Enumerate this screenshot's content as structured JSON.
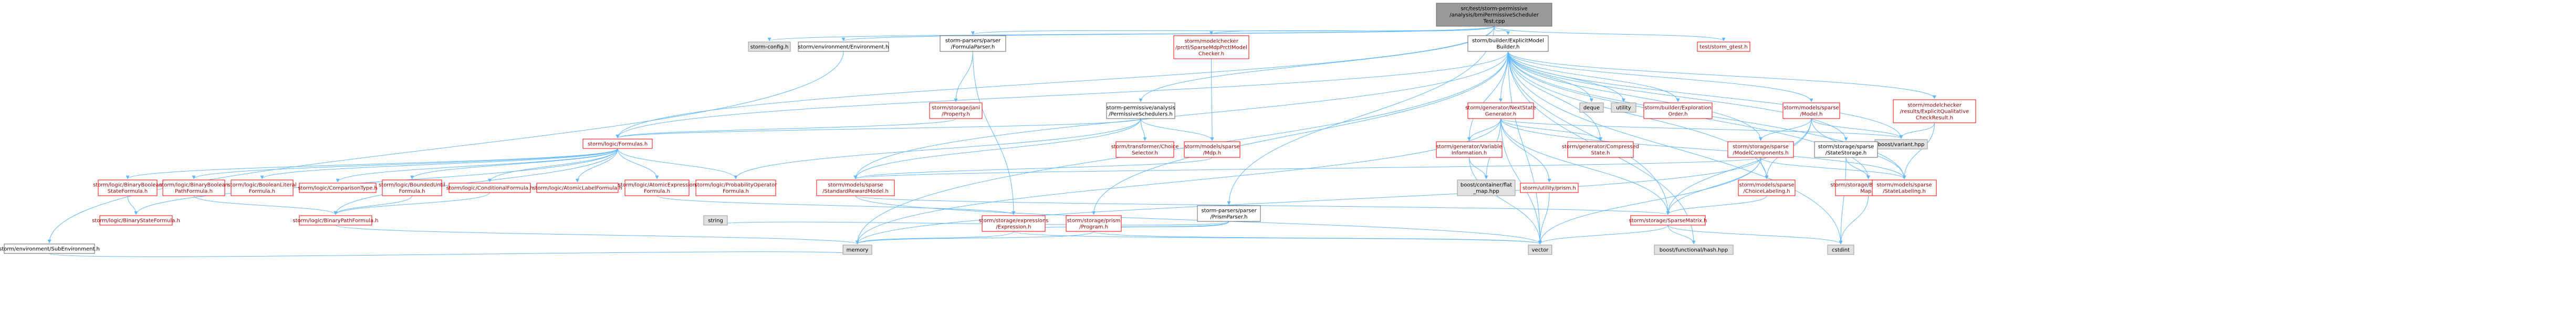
{
  "colors": {
    "edge": "#63b8ff",
    "root_fill": "#999999",
    "red_border": "#ff0000",
    "gray_fill": "#e0e0e0",
    "node_border": "#666666"
  },
  "nodes": [
    {
      "id": "root",
      "style": "root",
      "lines": [
        "src/test/storm-permissive",
        "/analysis/bmiPermissiveScheduler",
        "Test.cpp"
      ]
    },
    {
      "id": "storm_config",
      "style": "gray",
      "lines": [
        "storm-config.h"
      ]
    },
    {
      "id": "environment",
      "style": "white",
      "lines": [
        "storm/environment/Environment.h"
      ]
    },
    {
      "id": "formula_parser",
      "style": "white",
      "lines": [
        "storm-parsers/parser",
        "/FormulaParser.h"
      ]
    },
    {
      "id": "perm_schedulers",
      "style": "white",
      "lines": [
        "storm-permissive/analysis",
        "/PermissiveSchedulers.h"
      ]
    },
    {
      "id": "sparse_dtmc_checker",
      "style": "red",
      "lines": [
        "storm/modelchecker",
        "/prctl/SparseMdpPrctlModel",
        "Checker.h"
      ]
    },
    {
      "id": "explicit_builder",
      "style": "white",
      "lines": [
        "storm/builder/ExplicitModel",
        "Builder.h"
      ]
    },
    {
      "id": "gtest",
      "style": "red",
      "lines": [
        "test/storm_gtest.h"
      ]
    },
    {
      "id": "storage_jani_property",
      "style": "red",
      "lines": [
        "storm/storage/jani",
        "/Property.h"
      ]
    },
    {
      "id": "logic_formulas",
      "style": "red",
      "lines": [
        "storm/logic/Formulas.h"
      ]
    },
    {
      "id": "transformer_choice",
      "style": "red",
      "lines": [
        "storm/transformer/Choice",
        "Selector.h"
      ]
    },
    {
      "id": "models_sparse_mdp",
      "style": "red",
      "lines": [
        "storm/models/sparse",
        "/Mdp.h"
      ]
    },
    {
      "id": "prism_parser",
      "style": "white",
      "lines": [
        "storm-parsers/parser",
        "/PrismParser.h"
      ]
    },
    {
      "id": "next_state_gen",
      "style": "red",
      "lines": [
        "storm/generator/NextState",
        "Generator.h"
      ]
    },
    {
      "id": "deque",
      "style": "gray",
      "lines": [
        "deque"
      ]
    },
    {
      "id": "utility",
      "style": "gray",
      "lines": [
        "utility"
      ]
    },
    {
      "id": "exploration_order",
      "style": "red",
      "lines": [
        "storm/builder/Exploration",
        "Order.h"
      ]
    },
    {
      "id": "models_sparse_model",
      "style": "red",
      "lines": [
        "storm/models/sparse",
        "/Model.h"
      ]
    },
    {
      "id": "explicit_qual_result",
      "style": "red",
      "lines": [
        "storm/modelchecker",
        "/results/ExplicitQualitative",
        "CheckResult.h"
      ]
    },
    {
      "id": "boost_variant",
      "style": "gray",
      "lines": [
        "boost/variant.hpp"
      ]
    },
    {
      "id": "variable_info",
      "style": "red",
      "lines": [
        "storm/generator/Variable",
        "Information.h"
      ]
    },
    {
      "id": "compressed_state",
      "style": "red",
      "lines": [
        "storm/generator/Compressed",
        "State.h"
      ]
    },
    {
      "id": "sparse_model_components",
      "style": "red",
      "lines": [
        "storm/storage/sparse",
        "/ModelComponents.h"
      ]
    },
    {
      "id": "state_storage",
      "style": "white",
      "lines": [
        "storm/storage/sparse",
        "/StateStorage.h"
      ]
    },
    {
      "id": "bitvector_hashmap",
      "style": "red",
      "lines": [
        "storm/storage/BitVectorHash",
        "Map.h"
      ]
    },
    {
      "id": "state_labeling",
      "style": "red",
      "lines": [
        "storm/models/sparse",
        "/StateLabeling.h"
      ]
    },
    {
      "id": "subenvironment",
      "style": "white",
      "lines": [
        "storm/environment/SubEnvironment.h"
      ]
    },
    {
      "id": "binary_boolean_state",
      "style": "red",
      "lines": [
        "storm/logic/BinaryBoolean",
        "StateFormula.h"
      ]
    },
    {
      "id": "binary_boolean_path",
      "style": "red",
      "lines": [
        "storm/logic/BinaryBoolean",
        "PathFormula.h"
      ]
    },
    {
      "id": "boolean_literal",
      "style": "red",
      "lines": [
        "storm/logic/BooleanLiteral",
        "Formula.h"
      ]
    },
    {
      "id": "comparison_type",
      "style": "red",
      "lines": [
        "storm/logic/ComparisonType.h"
      ]
    },
    {
      "id": "bounded_until",
      "style": "red",
      "lines": [
        "storm/logic/BoundedUntil",
        "Formula.h"
      ]
    },
    {
      "id": "conditional_formula",
      "style": "red",
      "lines": [
        "storm/logic/ConditionalFormula.h"
      ]
    },
    {
      "id": "atomic_label",
      "style": "red",
      "lines": [
        "storm/logic/AtomicLabelFormula.h"
      ]
    },
    {
      "id": "atomic_expression",
      "style": "red",
      "lines": [
        "storm/logic/AtomicExpression",
        "Formula.h"
      ]
    },
    {
      "id": "probability_operator",
      "style": "red",
      "lines": [
        "storm/logic/ProbabilityOperator",
        "Formula.h"
      ]
    },
    {
      "id": "standard_reward_model",
      "style": "red",
      "lines": [
        "storm/models/sparse",
        "/StandardRewardModel.h"
      ]
    },
    {
      "id": "boost_flat_map",
      "style": "gray",
      "lines": [
        "boost/container/flat",
        "_map.hpp"
      ]
    },
    {
      "id": "choice_labeling",
      "style": "red",
      "lines": [
        "storm/models/sparse",
        "/ChoiceLabeling.h"
      ]
    },
    {
      "id": "utility_prism",
      "style": "red",
      "lines": [
        "storm/utility/prism.h"
      ]
    },
    {
      "id": "binary_state_formula",
      "style": "red",
      "lines": [
        "storm/logic/BinaryStateFormula.h"
      ]
    },
    {
      "id": "binary_path_formula",
      "style": "red",
      "lines": [
        "storm/logic/BinaryPathFormula.h"
      ]
    },
    {
      "id": "string",
      "style": "gray",
      "lines": [
        "string"
      ]
    },
    {
      "id": "storage_expression",
      "style": "red",
      "lines": [
        "storm/storage/expressions",
        "/Expression.h"
      ]
    },
    {
      "id": "storage_prism_program",
      "style": "red",
      "lines": [
        "storm/storage/prism",
        "/Program.h"
      ]
    },
    {
      "id": "sparse_matrix",
      "style": "red",
      "lines": [
        "storm/storage/SparseMatrix.h"
      ]
    },
    {
      "id": "memory",
      "style": "gray",
      "lines": [
        "memory"
      ]
    },
    {
      "id": "vector",
      "style": "gray",
      "lines": [
        "vector"
      ]
    },
    {
      "id": "boost_hash",
      "style": "gray",
      "lines": [
        "boost/functional/hash.hpp"
      ]
    },
    {
      "id": "cstdint",
      "style": "gray",
      "lines": [
        "cstdint"
      ]
    }
  ]
}
